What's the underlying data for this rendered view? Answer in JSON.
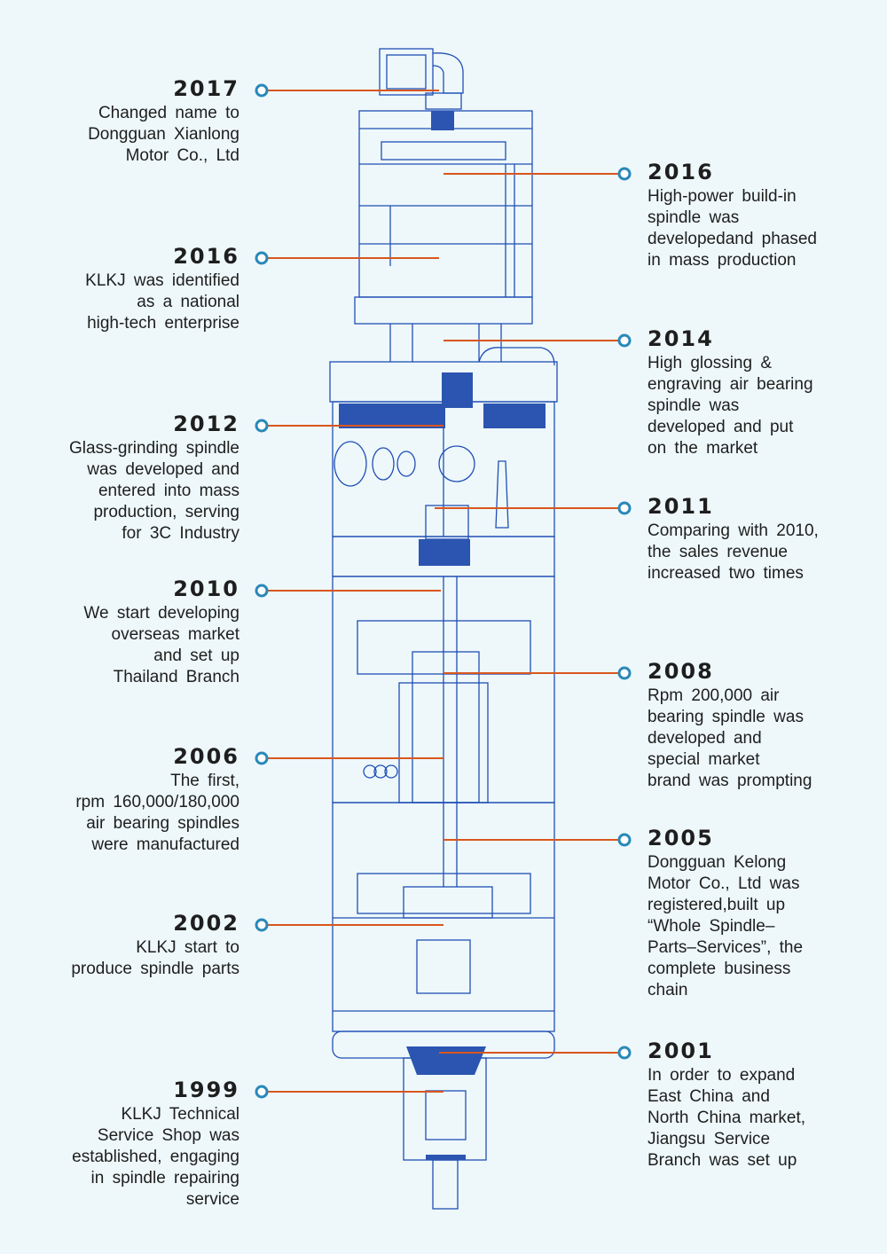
{
  "colors": {
    "background": "#eef8fb",
    "drawing": "#1f4fb4",
    "drawing_fill": "#2b55b0",
    "leader": "#d9561e",
    "dot": "#2a88b8"
  },
  "timeline": {
    "left": [
      {
        "year": "2017",
        "lines": [
          "Changed name to",
          "Dongguan Xianlong",
          "Motor Co., Ltd"
        ]
      },
      {
        "year": "2016",
        "lines": [
          "KLKJ was identified",
          "as a national",
          "high-tech enterprise"
        ]
      },
      {
        "year": "2012",
        "lines": [
          "Glass-grinding spindle",
          "was developed and",
          "entered into mass",
          "production, serving",
          "for 3C Industry"
        ]
      },
      {
        "year": "2010",
        "lines": [
          "We start developing",
          "overseas market",
          "and set up",
          "Thailand Branch"
        ]
      },
      {
        "year": "2006",
        "lines": [
          "The first,",
          "rpm 160,000/180,000",
          "air bearing spindles",
          "were manufactured"
        ]
      },
      {
        "year": "2002",
        "lines": [
          "KLKJ start to",
          "produce spindle parts"
        ]
      },
      {
        "year": "1999",
        "lines": [
          "KLKJ Technical",
          "Service Shop was",
          "established, engaging",
          "in spindle repairing",
          "service"
        ]
      }
    ],
    "right": [
      {
        "year": "2016",
        "lines": [
          "High-power build-in",
          "spindle was",
          "developedand phased",
          "in mass production"
        ]
      },
      {
        "year": "2014",
        "lines": [
          "High glossing &",
          "engraving air bearing",
          "spindle was",
          "developed and put",
          "on the market"
        ]
      },
      {
        "year": "2011",
        "lines": [
          "Comparing with 2010,",
          "the sales revenue",
          "increased two times"
        ]
      },
      {
        "year": "2008",
        "lines": [
          "Rpm 200,000 air",
          "bearing spindle was",
          "developed and",
          "special market",
          "brand was prompting"
        ]
      },
      {
        "year": "2005",
        "lines": [
          "Dongguan Kelong",
          "Motor Co., Ltd was",
          "registered,built up",
          "“Whole Spindle–",
          "Parts–Services”, the",
          "complete business",
          "chain"
        ]
      },
      {
        "year": "2001",
        "lines": [
          "In order to expand",
          "East China and",
          "North China market,",
          "Jiangsu Service",
          "Branch was set up"
        ]
      }
    ]
  }
}
